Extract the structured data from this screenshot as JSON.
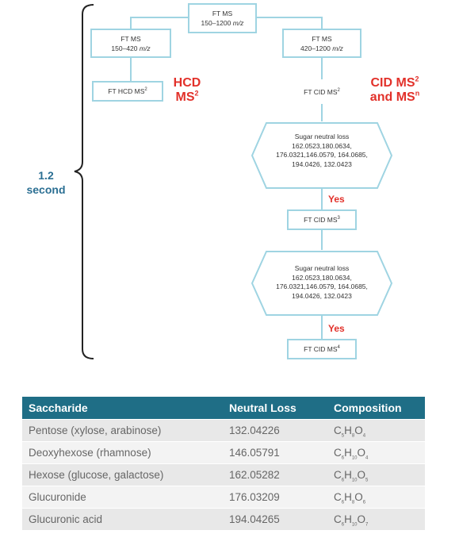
{
  "diagram": {
    "nodes": {
      "root": {
        "line1": "FT MS",
        "line2": "150–1200 m/z"
      },
      "left": {
        "line1": "FT MS",
        "line2": "150–420 m/z"
      },
      "right": {
        "line1": "FT MS",
        "line2": "420–1200 m/z"
      },
      "hcd": {
        "text": "FT HCD MS",
        "sup": "2"
      },
      "cid2": {
        "text": "FT CID MS",
        "sup": "2"
      },
      "cid3": {
        "text": "FT CID MS",
        "sup": "3"
      },
      "cid4": {
        "text": "FT CID MS",
        "sup": "4"
      }
    },
    "decisions": [
      {
        "title": "Sugar neutral loss",
        "line1": "162.0523,180.0634,",
        "line2": "176.0321,146.0579, 164.0685,",
        "line3": "194.0426, 132.0423"
      },
      {
        "title": "Sugar neutral loss",
        "line1": "162.0523,180.0634,",
        "line2": "176.0321,146.0579, 164.0685,",
        "line3": "194.0426, 132.0423"
      }
    ],
    "labels": {
      "hcd_line1": "HCD",
      "hcd_line2": "MS",
      "hcd_sup": "2",
      "cid_line1": "CID MS",
      "cid_sup": "2",
      "cid_line2": "and MS",
      "cid_sup2": "n",
      "yes1": "Yes",
      "yes2": "Yes",
      "time_line1": "1.2",
      "time_line2": "second"
    },
    "colors": {
      "box_border": "#9fd4e2",
      "label_red": "#e2312a",
      "time_blue": "#2b6f93",
      "table_header": "#1f6e86"
    }
  },
  "table": {
    "headers": [
      "Saccharide",
      "Neutral Loss",
      "Composition"
    ],
    "rows": [
      {
        "name": "Pentose (xylose, arabinose)",
        "loss": "132.04226",
        "c": "5",
        "h": "8",
        "o": "4"
      },
      {
        "name": "Deoxyhexose (rhamnose)",
        "loss": "146.05791",
        "c": "6",
        "h": "10",
        "o": "4"
      },
      {
        "name": "Hexose (glucose, galactose)",
        "loss": "162.05282",
        "c": "6",
        "h": "10",
        "o": "5"
      },
      {
        "name": "Glucuronide",
        "loss": "176.03209",
        "c": "6",
        "h": "8",
        "o": "6"
      },
      {
        "name": "Glucuronic acid",
        "loss": "194.04265",
        "c": "6",
        "h": "10",
        "o": "7"
      }
    ]
  }
}
